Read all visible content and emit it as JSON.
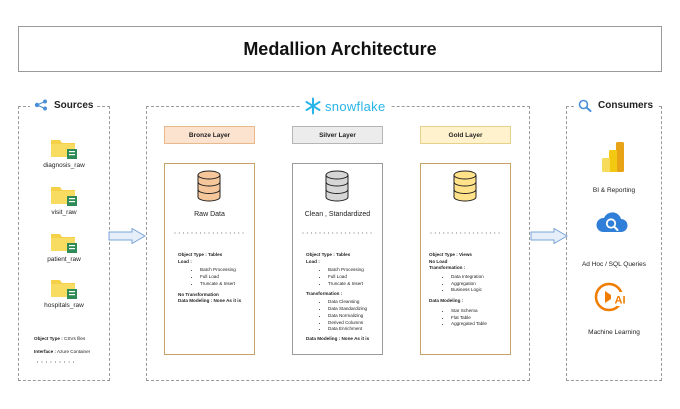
{
  "title": "Medallion Architecture",
  "sources": {
    "heading": "Sources",
    "files": [
      "diagnosis_raw",
      "visit_raw",
      "patient_raw",
      "hospitals_raw"
    ],
    "object_type_label": "Object Type :",
    "object_type_value": "CSVs files",
    "interface_label": "Interface :",
    "interface_value": "Azure Container",
    "dots": "• • • • • • • • •"
  },
  "platform": {
    "logo_text": "snowflake"
  },
  "bronze": {
    "header": "Bronze Layer",
    "caption": "Raw Data",
    "dots": "• • • • • • • • • • • • • • • • •",
    "object_type": "Object Type : Tables",
    "load_label": "Load :",
    "load_items": [
      "Batch Processing",
      "Full Load",
      "Truncate & Insert"
    ],
    "transformation": "No Transformation",
    "data_modeling": "Data Modeling : None As it is"
  },
  "silver": {
    "header": "Silver Layer",
    "caption": "Clean , Standardized",
    "dots": "• • • • • • • • • • • • • • • • •",
    "object_type": "Object Type : Tables",
    "load_label": "Load :",
    "load_items": [
      "Batch Processing",
      "Full Load",
      "Truncate & Insert"
    ],
    "transformation_label": "Transformation :",
    "transformation_items": [
      "Data Cleansing",
      "Data Standardizing",
      "Data Normalizing",
      "Derived Columns",
      "Data Enrichment"
    ],
    "data_modeling": "Data Modeling : None As it is"
  },
  "gold": {
    "header": "Gold Layer",
    "caption": "",
    "dots": "• • • • • • • • • • • • • • • • •",
    "object_type": "Object Type : Views",
    "load": "No Load",
    "transformation_label": "Transformation :",
    "transformation_items": [
      "Data Integration",
      "Aggregation",
      "Business Logic"
    ],
    "modeling_label": "Data Modeling :",
    "modeling_items": [
      "Star Schema",
      "Flat Table",
      "Aggregated Table"
    ]
  },
  "consumers": {
    "heading": "Consumers",
    "items": [
      "BI & Reporting",
      "Ad Hoc / SQL Queries",
      "Machine Learning"
    ]
  },
  "colors": {
    "bronze_bg": "#fbe3cf",
    "silver_bg": "#ececec",
    "gold_bg": "#fff2cc",
    "bronze_cyl": "#f6c79a",
    "silver_cyl": "#d6d6d6",
    "gold_cyl": "#ffe28a",
    "snowflake": "#29b5e8",
    "arrow": "#c9dcf4"
  }
}
